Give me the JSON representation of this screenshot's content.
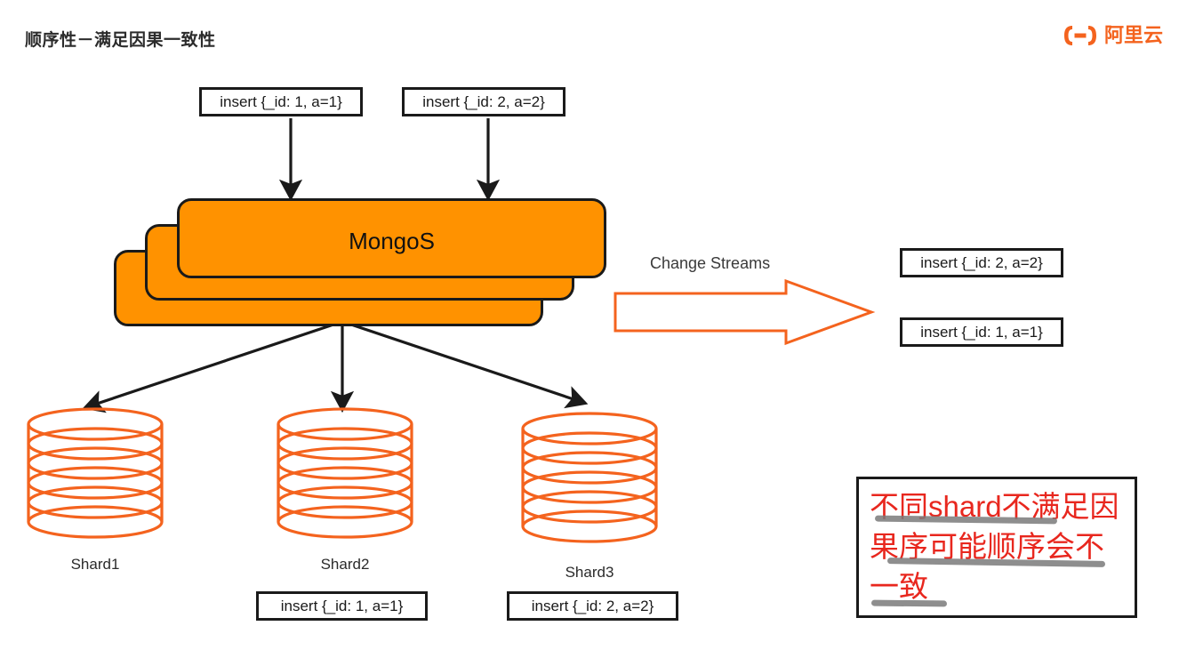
{
  "slide": {
    "title": "顺序性－满足因果一致性",
    "brand": {
      "logo_icon": "alibaba-cloud-logo-icon",
      "text": "阿里云",
      "color": "#f4631e"
    },
    "background": "#ffffff"
  },
  "inputs": {
    "op1": "insert {_id: 1, a=1}",
    "op2": "insert {_id: 2, a=2}"
  },
  "mongos": {
    "label": "MongoS",
    "fill": "#FF9200",
    "stroke": "#1a1a1a",
    "stack_count": 3
  },
  "change_streams": {
    "label": "Change Streams",
    "arrow_icon": "block-arrow-right-icon",
    "arrow_color": "#F4631E"
  },
  "output": {
    "items": [
      "insert {_id: 2, a=2}",
      "insert {_id: 1, a=1}"
    ]
  },
  "shards": [
    {
      "label": "Shard1",
      "icon": "database-cylinder-icon",
      "doc": ""
    },
    {
      "label": "Shard2",
      "icon": "database-cylinder-icon",
      "doc": "insert {_id: 1, a=1}"
    },
    {
      "label": "Shard3",
      "icon": "database-cylinder-icon",
      "doc": "insert {_id: 2, a=2}"
    }
  ],
  "note": {
    "line1": "不同shard不满足因",
    "line2": "果序可能顺序会不",
    "line3": "一致",
    "text_color": "#E8271E",
    "underline_color": "#7a7a7a"
  },
  "arrows": {
    "input_to_mongos": "down-arrow-icon",
    "mongos_to_shard": "diagonal-arrow-icon"
  }
}
